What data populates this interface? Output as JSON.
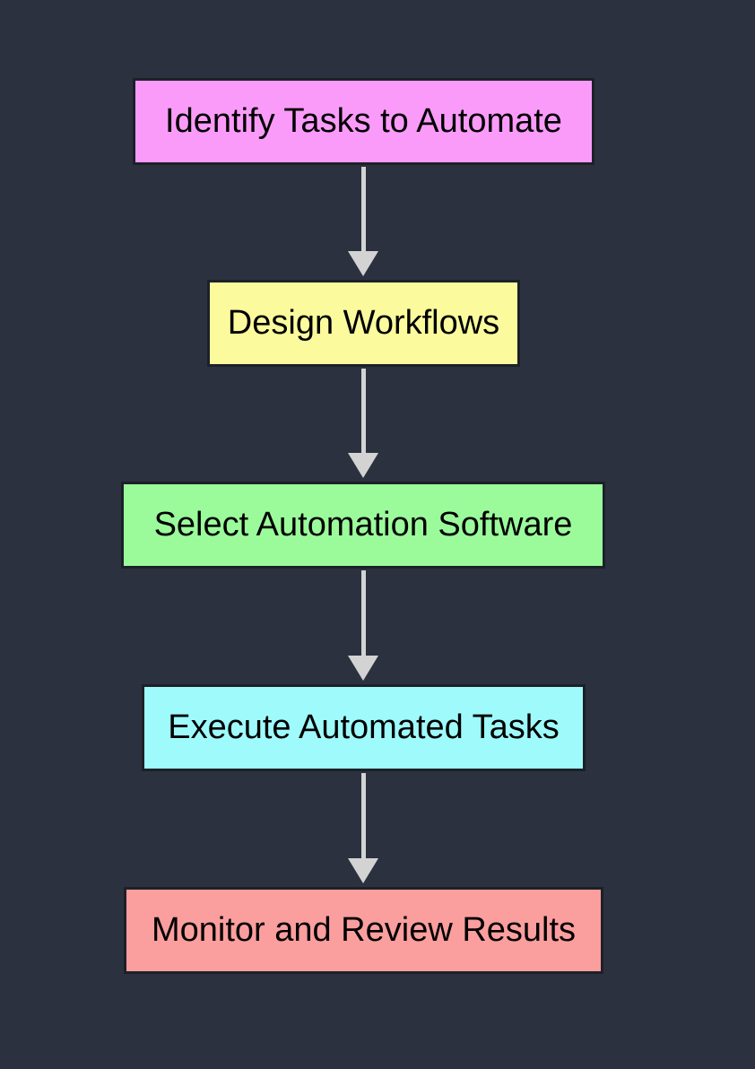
{
  "diagram": {
    "type": "flowchart",
    "direction": "top-down",
    "background_color": "#2b313f",
    "arrow_color": "#d3d3d3",
    "node_border_color": "#1d2029",
    "node_text_color": "#000000"
  },
  "nodes": [
    {
      "label": "Identify Tasks to Automate",
      "color": "#fa9bfa"
    },
    {
      "label": "Design Workflows",
      "color": "#fbfb9e"
    },
    {
      "label": "Select Automation Software",
      "color": "#9bfb9b"
    },
    {
      "label": "Execute Automated Tasks",
      "color": "#9ffbfb"
    },
    {
      "label": "Monitor and Review Results",
      "color": "#fb9e9e"
    }
  ],
  "connections": [
    {
      "from": "Identify Tasks to Automate",
      "to": "Design Workflows"
    },
    {
      "from": "Design Workflows",
      "to": "Select Automation Software"
    },
    {
      "from": "Select Automation Software",
      "to": "Execute Automated Tasks"
    },
    {
      "from": "Execute Automated Tasks",
      "to": "Monitor and Review Results"
    }
  ]
}
